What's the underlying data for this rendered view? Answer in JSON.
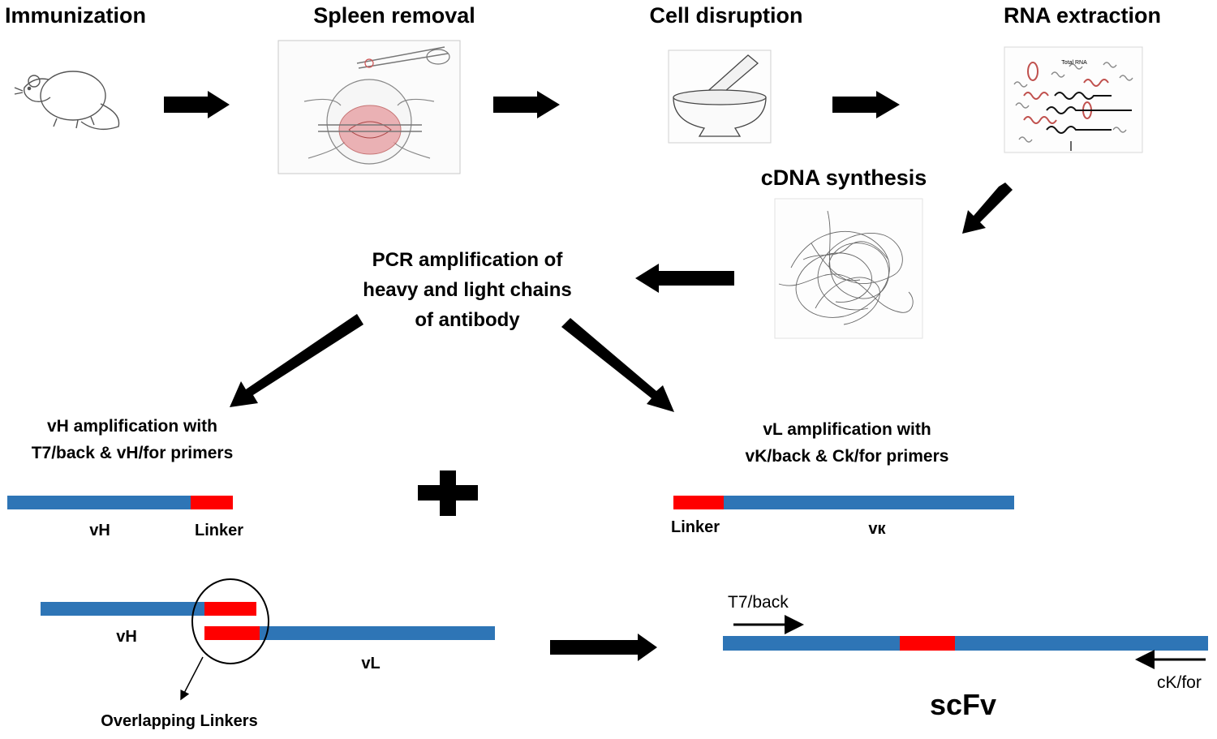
{
  "steps": {
    "immunization": "Immunization",
    "spleen_removal": "Spleen removal",
    "cell_disruption": "Cell disruption",
    "rna_extraction": "RNA extraction",
    "cdna_synthesis": "cDNA synthesis"
  },
  "rna_image": {
    "total_rna": "Total RNA"
  },
  "pcr": {
    "line1": "PCR amplification of",
    "line2": "heavy and light chains",
    "line3": "of antibody"
  },
  "vh_amp": {
    "line1": "vH amplification with",
    "line2": "T7/back & vH/for primers",
    "vh_label": "vH",
    "linker_label": "Linker"
  },
  "vl_amp": {
    "line1": "vL amplification with",
    "line2": "vK/back & Ck/for primers",
    "linker_label": "Linker",
    "vk_label": "vк"
  },
  "overlap": {
    "vh_label": "vH",
    "vl_label": "vL",
    "note": "Overlapping Linkers"
  },
  "scfv": {
    "t7_back": "T7/back",
    "ck_for": "cK/for",
    "title": "scFv"
  },
  "colors": {
    "segment_blue": "#2e75b6",
    "linker_red": "#ff0000",
    "arrow_black": "#000000",
    "rna_red": "#c0504d"
  }
}
